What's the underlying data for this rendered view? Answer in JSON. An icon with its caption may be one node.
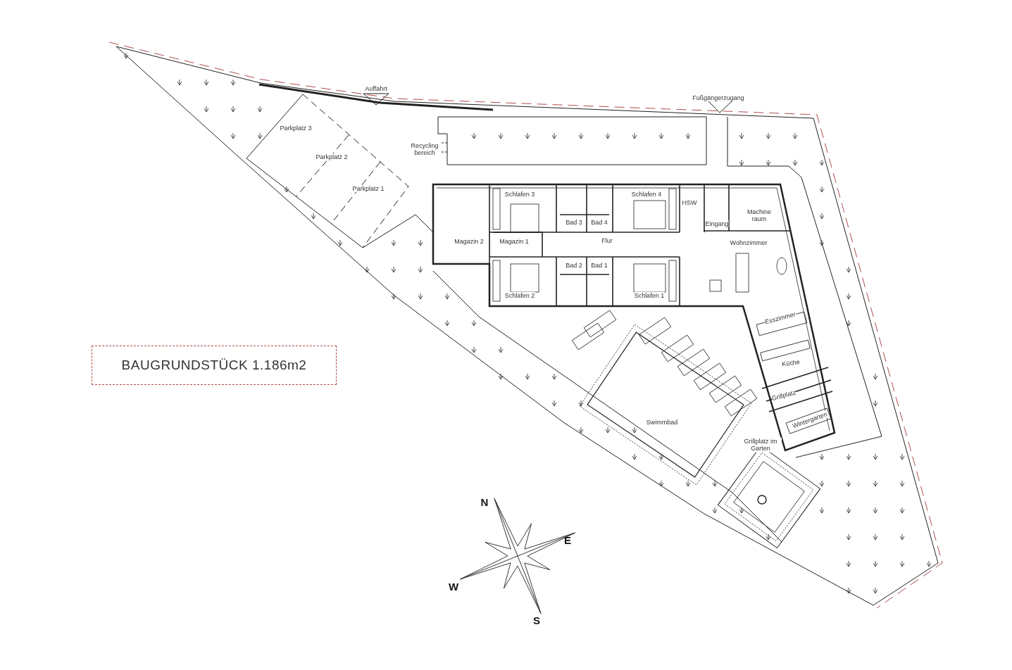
{
  "diagram": {
    "nodes": [
      {
        "text": [
          "BAUGRUNDSTÜCK 1.186m2"
        ]
      }
    ],
    "labels": [
      "Auffahrt",
      "Fußgängerzugang",
      "Parkplatz 3",
      "Recycling bereich",
      "Parkplatz 2",
      "Parkplatz 1",
      "Schlafen 3",
      "Schlafen 4",
      "HSW",
      "Machine raum",
      "Bad 3",
      "Bad 4",
      "Eingang",
      "Magazin 2",
      "Magazin 1",
      "Flur",
      "Wohnzimmer",
      "Bad 2",
      "Bad 1",
      "Schlafen 2",
      "Schlafen 1",
      "Esszimmer",
      "Küche",
      "Grillplatz",
      "Wintergarten",
      "Swimmbad",
      "Grillplatz im Garten",
      "N",
      "E",
      "W",
      "S"
    ]
  }
}
